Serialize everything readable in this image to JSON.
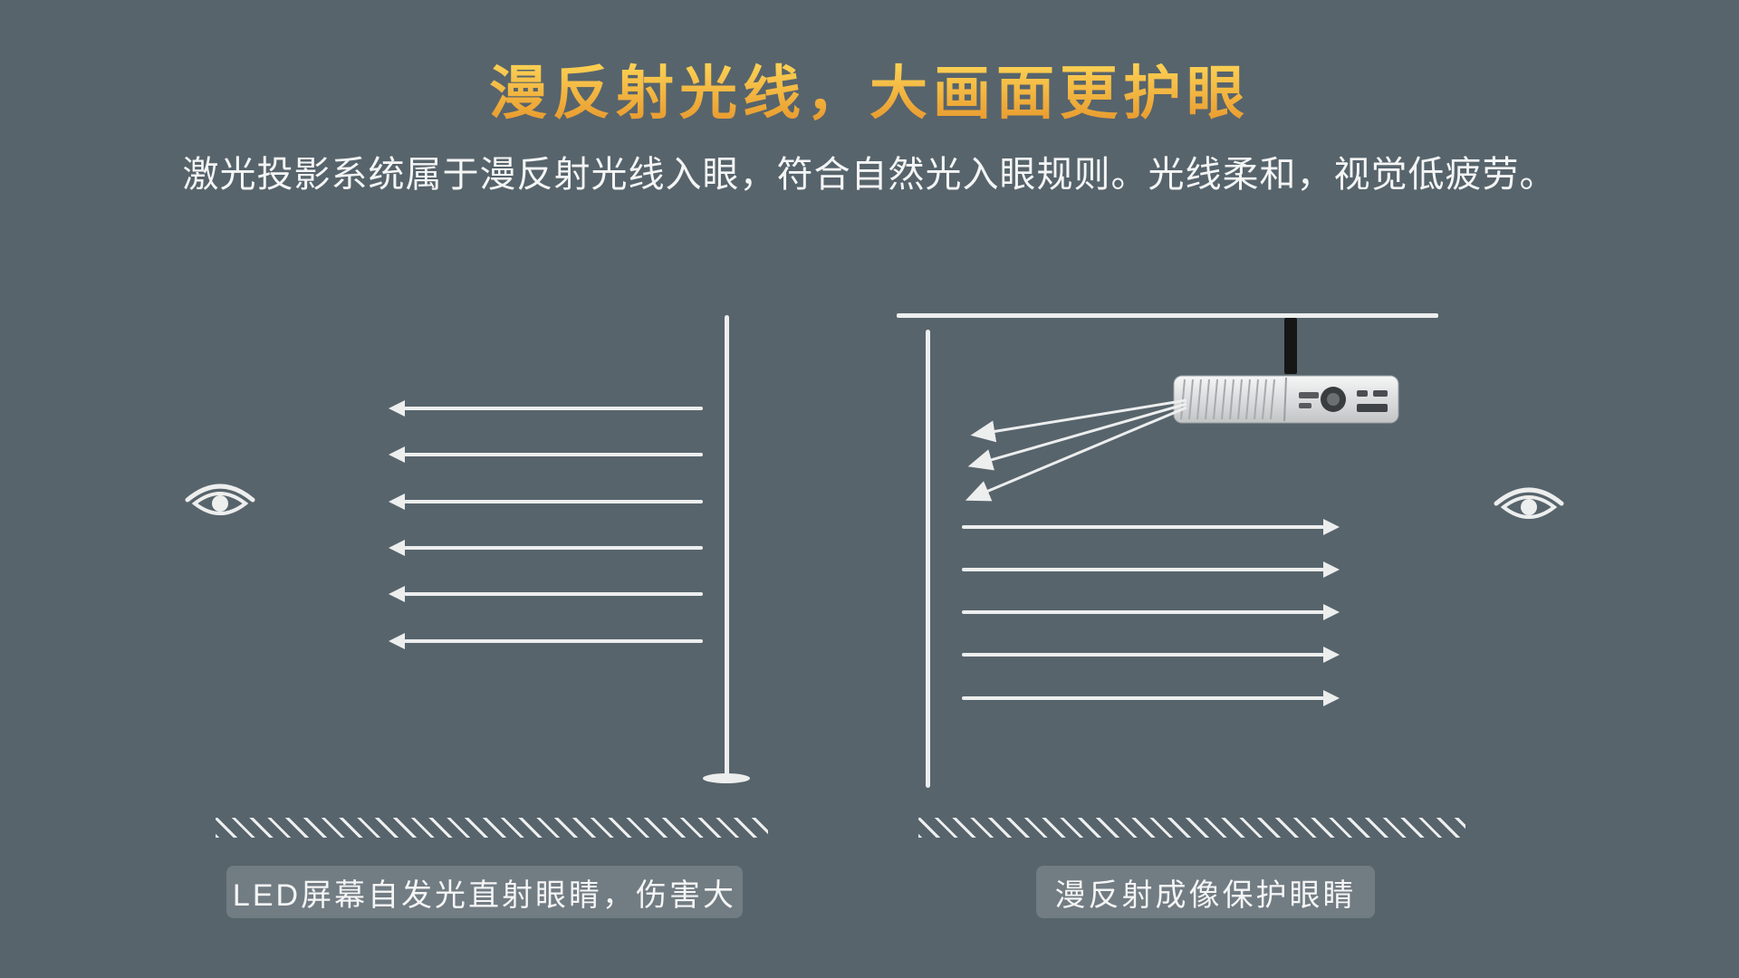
{
  "header": {
    "title": "漫反射光线，大画面更护眼",
    "subtitle": "激光投影系统属于漫反射光线入眼，符合自然光入眼规则。光线柔和，视觉低疲劳。"
  },
  "diagrams": {
    "led": {
      "caption": "LED屏幕自发光直射眼睛，伤害大"
    },
    "projection": {
      "caption": "漫反射成像保护眼睛"
    }
  },
  "icons": {
    "left_eye": "eye-icon",
    "right_eye": "eye-icon",
    "projector": "projector-icon"
  },
  "colors": {
    "background": "#57646C",
    "line": "#EDEEEE",
    "text": "#F4F5F5",
    "title_gold_light": "#FFD95A",
    "title_gold_dark": "#E89A2E",
    "caption_bg": "rgba(255,255,255,0.16)"
  }
}
